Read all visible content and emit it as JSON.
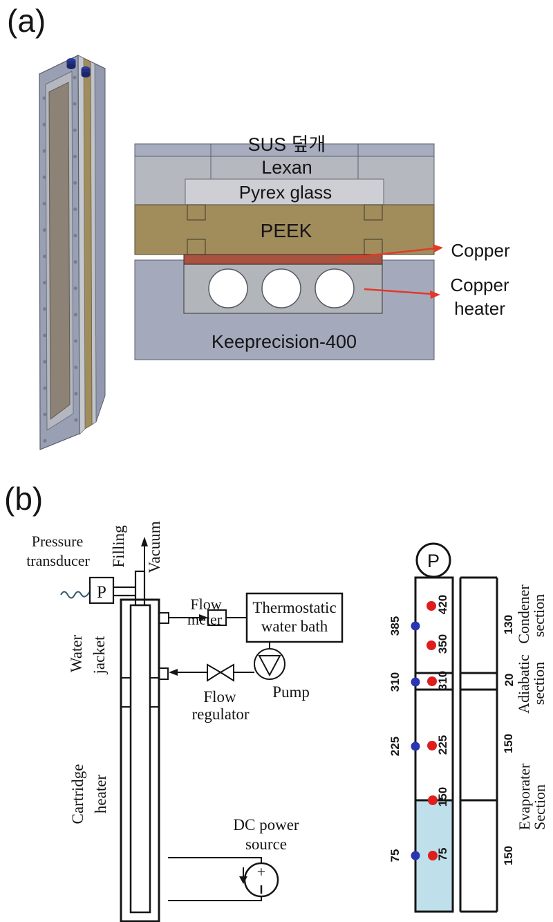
{
  "colors": {
    "red": "#e01d1d",
    "arrow_red": "#e03a28",
    "blue_dot": "#2a35b2",
    "liquid": "#bfe0ea",
    "copper": "#aa5240",
    "peek": "#a18c5c",
    "bolt_blue": "#2a3a9e"
  },
  "panel_a": {
    "label": "(a)",
    "layers": {
      "sus_cover": "SUS 덮개",
      "lexan": "Lexan",
      "pyrex_glass": "Pyrex glass",
      "peek": "PEEK",
      "copper": "Copper",
      "copper_heater_l1": "Copper",
      "copper_heater_l2": "heater",
      "base_block": "Keeprecision-400"
    }
  },
  "panel_b": {
    "label": "(b)",
    "labels": {
      "pressure_transducer_l1": "Pressure",
      "pressure_transducer_l2": "transducer",
      "pressure_symbol": "P",
      "filling": "Filling",
      "vacuum": "Vacuum",
      "flow_meter_l1": "Flow",
      "flow_meter_l2": "meter",
      "water_bath_l1": "Thermostatic",
      "water_bath_l2": "water bath",
      "pump": "Pump",
      "flow_regulator_l1": "Flow",
      "flow_regulator_l2": "regulator",
      "water_jacket_l1": "Water",
      "water_jacket_l2": "jacket",
      "cartridge_heater_l1": "Cartridge",
      "cartridge_heater_l2": "heater",
      "dc_power_l1": "DC power",
      "dc_power_l2": "source",
      "plus_sign": "+"
    },
    "channel": {
      "pressure_symbol": "P",
      "wall_positions": [
        "385",
        "310",
        "225",
        "75"
      ],
      "center_positions": [
        "420",
        "350",
        "310",
        "225",
        "150",
        "75"
      ],
      "segment_lengths": [
        "130",
        "20",
        "150",
        "150"
      ],
      "sections": {
        "condenser_l1": "Condener",
        "condenser_l2": "section",
        "adiabatic_l1": "Adiabatic",
        "adiabatic_l2": "section",
        "evaporator_l1": "Evaporater",
        "evaporator_l2": "Section"
      }
    }
  }
}
